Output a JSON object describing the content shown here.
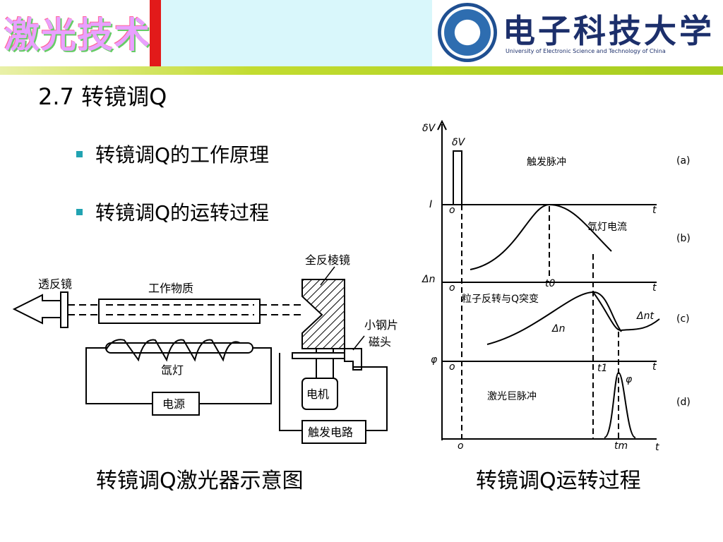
{
  "header": {
    "course_title": "激光技术",
    "university_cn": "电子科技大学",
    "university_en": "University of Electronic Science and Technology of China"
  },
  "slide": {
    "title": "2.7  转镜调Q",
    "bullets": [
      "转镜调Q的工作原理",
      "转镜调Q的运转过程"
    ]
  },
  "laser_diagram": {
    "caption": "转镜调Q激光器示意图",
    "labels": {
      "output_mirror": "透反镜",
      "gain_medium": "工作物质",
      "prism": "全反棱镜",
      "steel_plate": "小钢片",
      "magnet_head": "磁头",
      "lamp": "氙灯",
      "power": "电源",
      "motor": "电机",
      "trigger": "触发电路"
    }
  },
  "timing_diagram": {
    "caption": "转镜调Q运转过程",
    "panels": [
      {
        "id": "a",
        "y_label": "δV",
        "pulse_label": "δV",
        "title": "触发脉冲",
        "tag": "(a)"
      },
      {
        "id": "b",
        "y_label": "I",
        "origin": "o",
        "x_label": "t",
        "title": "氙灯电流",
        "tick": "t0",
        "tag": "(b)"
      },
      {
        "id": "c",
        "y_label": "Δn",
        "origin": "o",
        "x_label": "t",
        "title": "粒子反转与Q突变",
        "curve1": "Δn",
        "curve2": "Δnt",
        "tag": "(c)"
      },
      {
        "id": "d",
        "y_label": "φ",
        "origin": "o",
        "x_label": "t",
        "title": "激光巨脉冲",
        "tick1": "t1",
        "tick2": "tm",
        "peak_label": "φ",
        "tag": "(d)"
      }
    ],
    "bottom_origin": "o",
    "bottom_x_label": "t",
    "bottom_tick": "tm"
  }
}
